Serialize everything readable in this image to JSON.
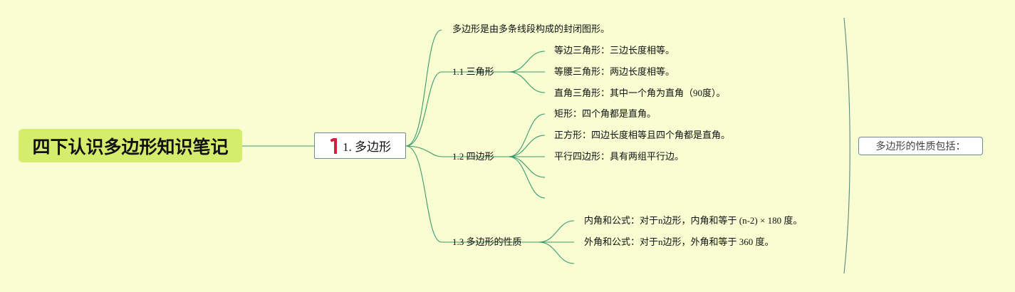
{
  "root": {
    "title": "四下认识多边形知识笔记"
  },
  "main_topic": {
    "label": "1. 多边形"
  },
  "definition": "多边形是由多条线段构成的封闭图形。",
  "sections": [
    {
      "label": "1.1 三角形",
      "items": [
        "等边三角形：三边长度相等。",
        "等腰三角形：两边长度相等。",
        "直角三角形：其中一个角为直角（90度）。"
      ]
    },
    {
      "label": "1.2 四边形",
      "items": [
        "矩形：四个角都是直角。",
        "正方形：四边长度相等且四个角都是直角。",
        "平行四边形：具有两组平行边。",
        "",
        ""
      ]
    },
    {
      "label": "1.3 多边形的性质",
      "items": [
        "内角和公式：对于n边形，内角和等于 (n-2) × 180 度。",
        "外角和公式：对于n边形，外角和等于 360 度。",
        ""
      ]
    }
  ],
  "summary": {
    "label": "多边形的性质包括："
  },
  "colors": {
    "background": "#f8fdd2",
    "root_fill": "#d6ec6c",
    "connector": "#3a9a6e",
    "priority_marker": "#d81e3a"
  }
}
